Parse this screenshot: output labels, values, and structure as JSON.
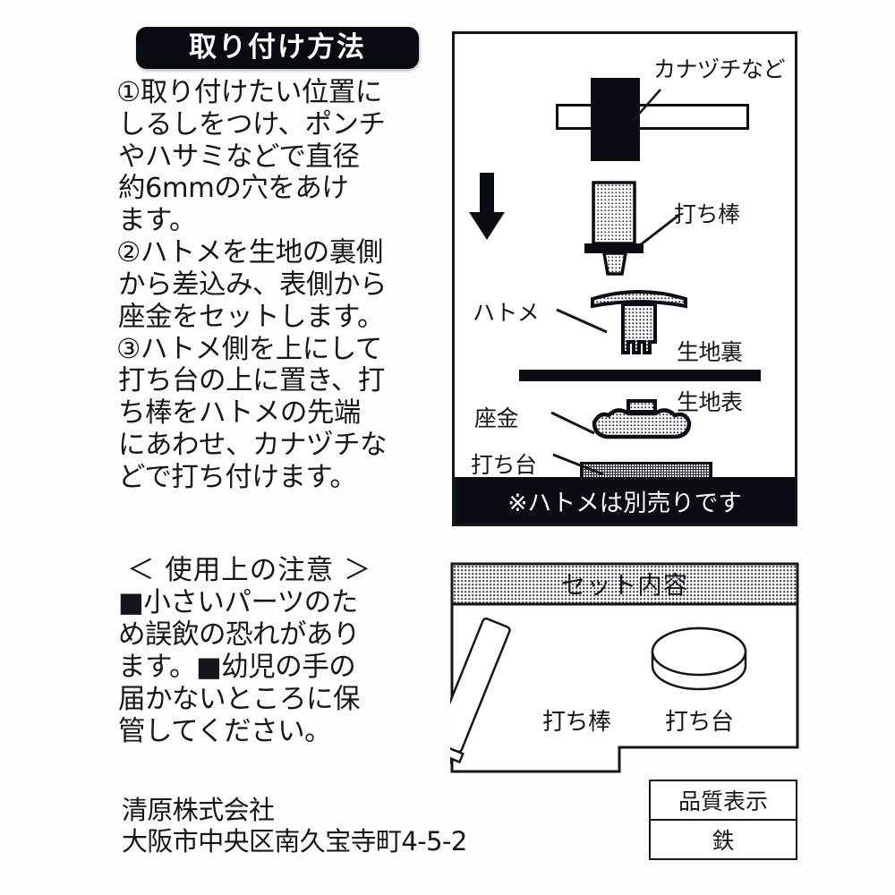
{
  "title_banner": {
    "label": "取り付け方法"
  },
  "instructions": {
    "steps": [
      "①取り付けたい位置に\nしるしをつけ、ポンチ\nやハサミなどで直径\n約6mmの穴をあけ\nます。",
      "②ハトメを生地の裏側\nから差込み、表側から\n座金をセットします。",
      "③ハトメ側を上にして\n打ち台の上に置き、打\nち棒をハトメの先端\nにあわせ、カナヅチな\nどで打ち付けます。"
    ]
  },
  "caution": {
    "heading": "＜ 使用上の注意 ＞",
    "body": "■小さいパーツのた\nめ誤飲の恐れがあり\nます。■幼児の手の\n届かないところに保\n管してください。"
  },
  "company": {
    "name": "清原株式会社",
    "address": "大阪市中央区南久宝寺町4-5-2"
  },
  "diagram": {
    "labels": {
      "hammer": "カナヅチなど",
      "punch_rod": "打ち棒",
      "eyelet": "ハトメ",
      "fabric_back": "生地裏",
      "fabric_front": "生地表",
      "washer": "座金",
      "anvil": "打ち台"
    },
    "note": "※ハトメは別売りです"
  },
  "set_contents": {
    "header": "セット内容",
    "items": [
      {
        "label": "打ち棒"
      },
      {
        "label": "打ち台"
      }
    ]
  },
  "quality_table": {
    "header": "品質表示",
    "value": "鉄"
  },
  "colors": {
    "ink": "#15161c",
    "banner_bg": "#070a10",
    "banner_text": "#ffffff",
    "paper": "#fdfdfd"
  }
}
